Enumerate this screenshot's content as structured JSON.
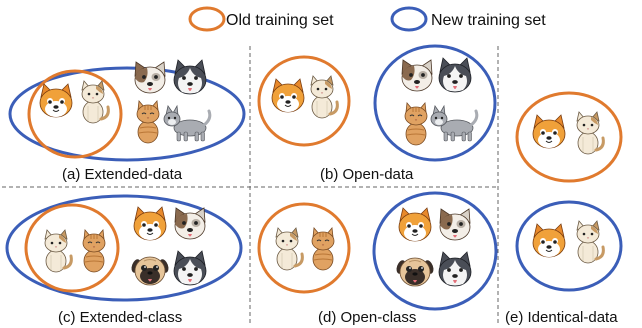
{
  "legend": {
    "old_label": "Old training set",
    "new_label": "New training set",
    "old_color": "#e07a2e",
    "new_color": "#3b5eb8"
  },
  "panels": [
    {
      "id": "a",
      "caption": "(a) Extended-data",
      "old_animals": [
        "shiba-inu-icon",
        "cat-icon"
      ],
      "new_animals": [
        "shiba-inu-icon",
        "cat-icon",
        "patched-dog-icon",
        "husky-icon",
        "orange-cat-icon",
        "grey-cat-icon"
      ]
    },
    {
      "id": "b",
      "caption": "(b) Open-data",
      "old_animals": [
        "shiba-inu-icon",
        "cat-icon"
      ],
      "new_animals": [
        "patched-dog-icon",
        "husky-icon",
        "orange-cat-icon",
        "grey-cat-icon"
      ]
    },
    {
      "id": "c",
      "caption": "(c) Extended-class",
      "old_animals": [
        "cat-icon",
        "orange-cat-icon"
      ],
      "new_animals": [
        "cat-icon",
        "orange-cat-icon",
        "shiba-inu-icon",
        "patched-dog-icon",
        "pug-icon",
        "husky-icon"
      ]
    },
    {
      "id": "d",
      "caption": "(d) Open-class",
      "old_animals": [
        "cat-icon",
        "orange-cat-icon"
      ],
      "new_animals": [
        "shiba-inu-icon",
        "patched-dog-icon",
        "pug-icon",
        "husky-icon"
      ]
    },
    {
      "id": "e",
      "caption": "(e) Identical-data",
      "old_animals": [
        "shiba-inu-icon",
        "cat-icon"
      ],
      "new_animals": [
        "shiba-inu-icon",
        "cat-icon"
      ]
    }
  ]
}
